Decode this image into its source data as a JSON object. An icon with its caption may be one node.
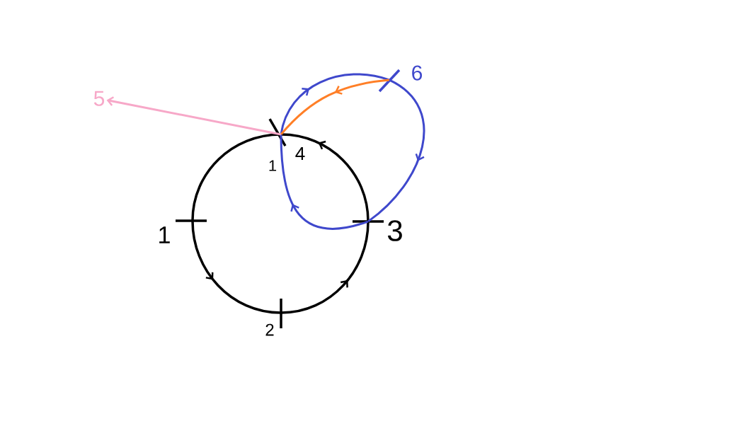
{
  "diagram": {
    "nodes": [
      {
        "text": [
          "1"
        ]
      },
      {
        "text": [
          "2"
        ]
      },
      {
        "text": [
          "3"
        ]
      },
      {
        "text": [
          "4"
        ]
      },
      {
        "text": [
          "5"
        ]
      },
      {
        "text": [
          "6"
        ]
      }
    ],
    "edges": [
      {
        "from": 0,
        "to": 1,
        "arrow": "to"
      },
      {
        "from": 1,
        "to": 2,
        "arrow": "to"
      },
      {
        "from": 2,
        "to": 3,
        "arrow": "to"
      },
      {
        "from": 3,
        "to": 0,
        "arrow": "none"
      },
      {
        "from": 3,
        "to": 5,
        "arrow": "to",
        "color": "#3f48cc"
      },
      {
        "from": 5,
        "to": 2,
        "arrow": "to",
        "color": "#3f48cc"
      },
      {
        "from": 2,
        "to": 3,
        "arrow": "to",
        "color": "#3f48cc"
      },
      {
        "from": 5,
        "to": 3,
        "arrow": "to",
        "color": "#ff7f27"
      },
      {
        "from": 3,
        "to": 4,
        "arrow": "to",
        "color": "#f7a8c8"
      }
    ],
    "labels": [
      "1"
    ]
  }
}
